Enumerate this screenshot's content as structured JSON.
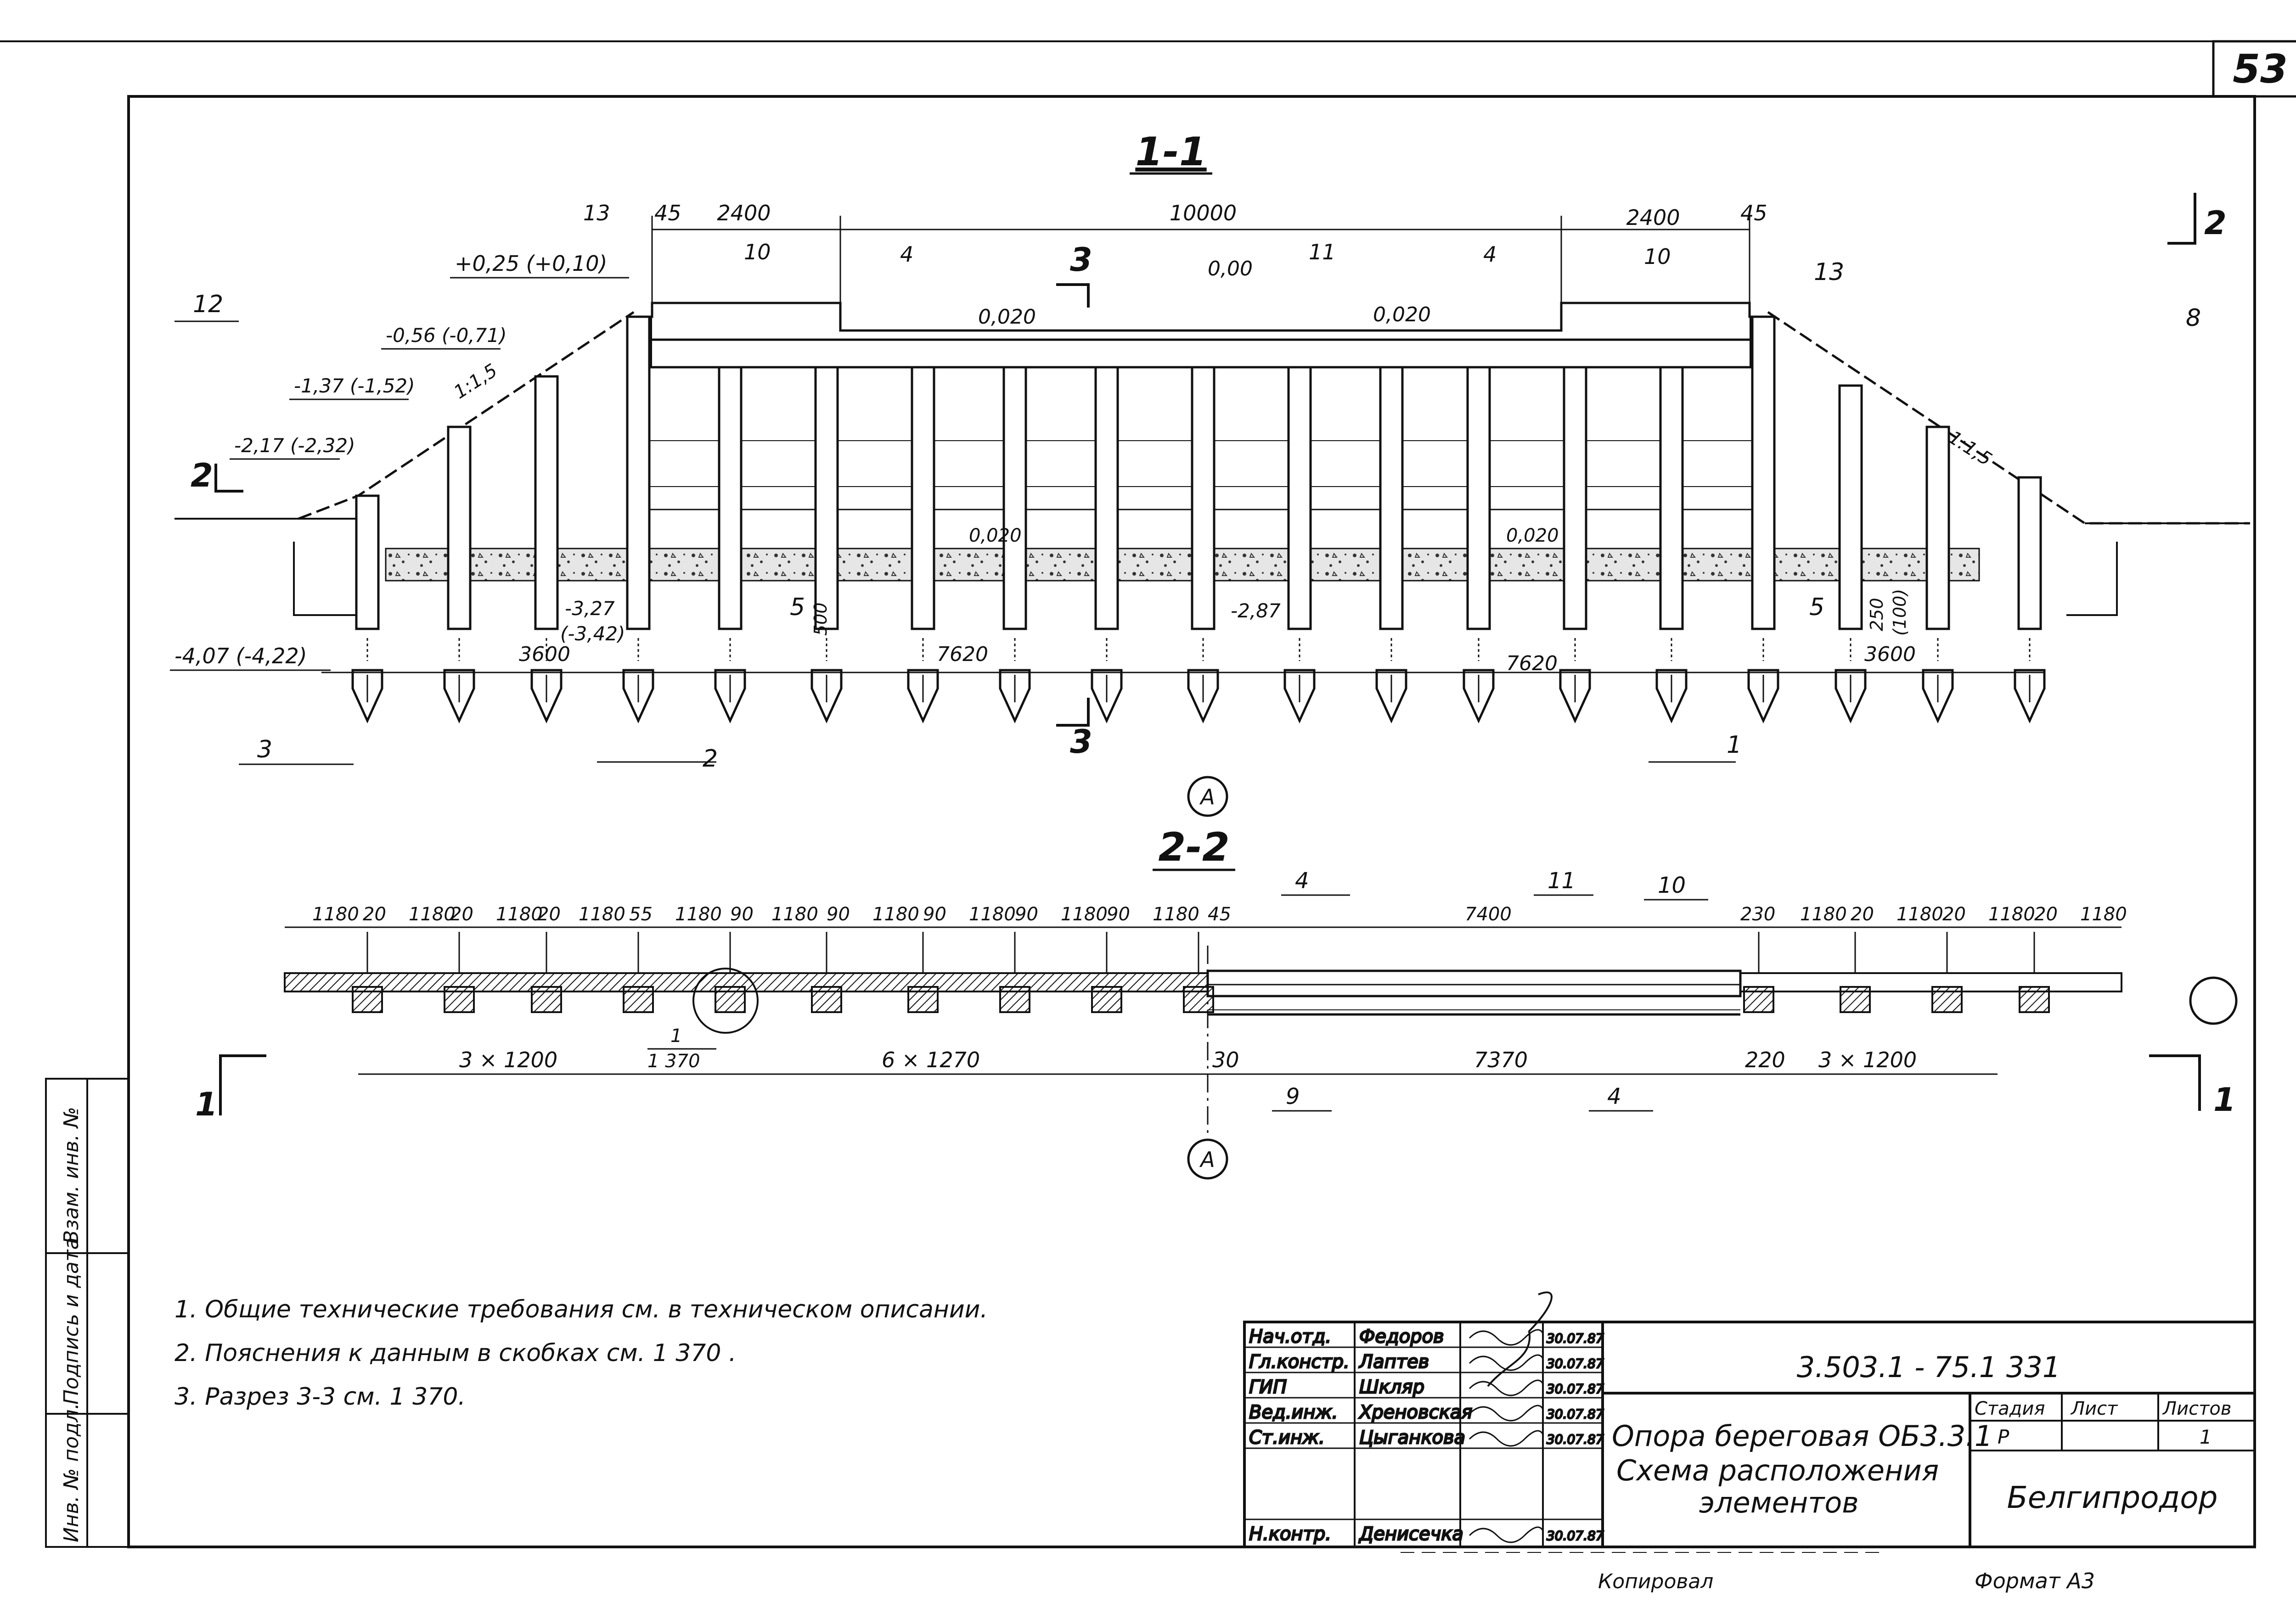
{
  "page_number": "53",
  "sections": {
    "s11": "1-1",
    "s22": "2-2",
    "s33_mark": "3",
    "s2_mark": "2",
    "s1_mark": "1",
    "axis_a": "А"
  },
  "section_1_1": {
    "dims_top": [
      "45",
      "2400",
      "10000",
      "2400",
      "45"
    ],
    "elevations": {
      "top": "+0,25 (+0,10)",
      "zero": "0,00",
      "e1": "-0,56 (-0,71)",
      "e2": "-1,37 (-1,52)",
      "e3": "-2,17 (-2,32)",
      "e4": "-3,27",
      "e4b": "(-3,42)",
      "e5": "-4,07 (-4,22)",
      "e6": "-2,87"
    },
    "slopes": [
      "0,020",
      "0,020",
      "0,020",
      "0,020"
    ],
    "slope_ratio_left": "1:1,5",
    "slope_ratio_right": "1:1,5",
    "dims_bottom": [
      "3600",
      "7620",
      "7620",
      "3600"
    ],
    "dims_misc": [
      "500",
      "250",
      "(100)"
    ],
    "markers": [
      "1",
      "2",
      "3",
      "4",
      "4",
      "5",
      "5",
      "8",
      "10",
      "10",
      "11",
      "12",
      "13",
      "13"
    ]
  },
  "section_2_2": {
    "dims_top": [
      "1180",
      "20",
      "1180",
      "20",
      "1180",
      "20",
      "1180",
      "55",
      "1180",
      "90",
      "1180",
      "90",
      "1180",
      "90",
      "1180",
      "90",
      "1180",
      "90",
      "1180",
      "45",
      "7400",
      "230",
      "1180",
      "20",
      "1180",
      "20",
      "1180",
      "20",
      "1180"
    ],
    "dims_bottom": [
      "3 × 1200",
      "6 × 1270",
      "30",
      "7370",
      "220",
      "3 × 1200"
    ],
    "detail_ref_num": "1",
    "detail_ref_sheet": "1 370",
    "markers": [
      "4",
      "11",
      "10",
      "9",
      "4"
    ]
  },
  "notes": [
    "1. Общие технические требования см. в техническом описании.",
    "2. Пояснения к данным в скобках см. 1 370 .",
    "3. Разрез 3-3 см. 1 370."
  ],
  "side_stamp": [
    "Инв. № подл.",
    "Подпись и дата",
    "Взам. инв. №"
  ],
  "title_block": {
    "doc_code": "3.503.1 - 75.1 331",
    "title": [
      "Опора береговая ОБ3.3.1",
      "Схема расположения",
      "элементов"
    ],
    "org": "Белгипродор",
    "stage_header": "Стадия",
    "sheet_header": "Лист",
    "sheets_header": "Листов",
    "stage": "Р",
    "sheets": "1",
    "people": [
      {
        "role": "Нач.отд.",
        "name": "Федоров",
        "date": "30.07.87"
      },
      {
        "role": "Гл.констр.",
        "name": "Лаптев",
        "date": "30.07.87"
      },
      {
        "role": "ГИП",
        "name": "Шкляр",
        "date": "30.07.87"
      },
      {
        "role": "Вед.инж.",
        "name": "Хреновская",
        "date": "30.07.87"
      },
      {
        "role": "Ст.инж.",
        "name": "Цыганкова",
        "date": "30.07.87"
      },
      {
        "role": "",
        "name": "",
        "date": ""
      },
      {
        "role": "Н.контр.",
        "name": "Денисечка",
        "date": "30.07.87"
      }
    ],
    "copied": "Копировал",
    "format": "Формат А3"
  }
}
